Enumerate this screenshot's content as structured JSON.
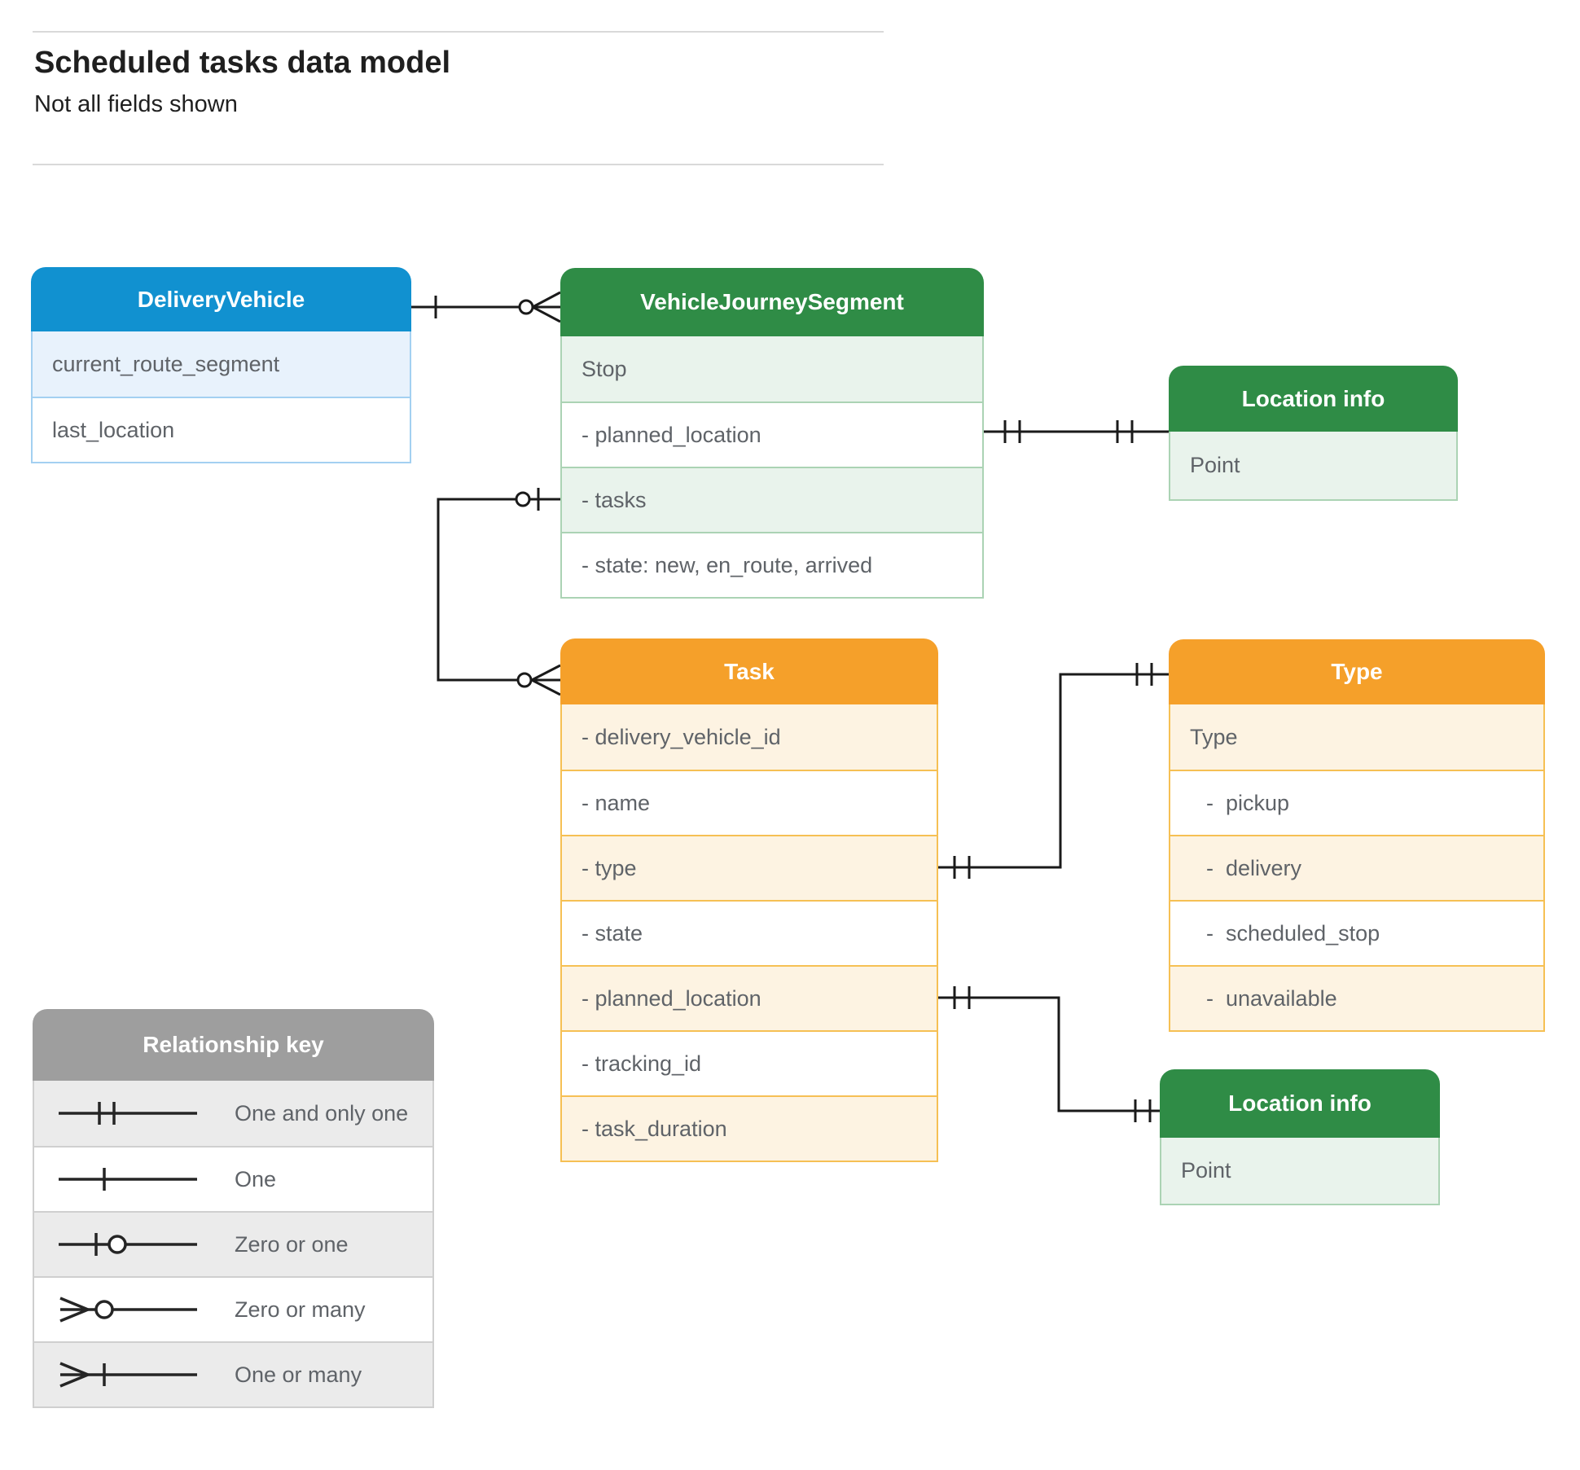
{
  "page": {
    "title": "Scheduled tasks data model",
    "subtitle": "Not all fields shown"
  },
  "entities": {
    "delivery_vehicle": {
      "title": "DeliveryVehicle",
      "rows": [
        {
          "label": "current_route_segment"
        },
        {
          "label": "last_location"
        }
      ]
    },
    "vehicle_journey_segment": {
      "title": "VehicleJourneySegment",
      "rows": [
        {
          "label": "Stop"
        },
        {
          "label": "- planned_location"
        },
        {
          "label": "- tasks"
        },
        {
          "label": "- state: new, en_route, arrived"
        }
      ]
    },
    "location_info_top": {
      "title": "Location info",
      "rows": [
        {
          "label": "Point"
        }
      ]
    },
    "task": {
      "title": "Task",
      "rows": [
        {
          "label": "- delivery_vehicle_id"
        },
        {
          "label": "- name"
        },
        {
          "label": "- type"
        },
        {
          "label": "- state"
        },
        {
          "label": "- planned_location"
        },
        {
          "label": "- tracking_id"
        },
        {
          "label": "- task_duration"
        }
      ]
    },
    "type": {
      "title": "Type",
      "rows": [
        {
          "label": "Type"
        },
        {
          "label": "-  pickup"
        },
        {
          "label": "-  delivery"
        },
        {
          "label": "-  scheduled_stop"
        },
        {
          "label": "-  unavailable"
        }
      ]
    },
    "location_info_bottom": {
      "title": "Location info",
      "rows": [
        {
          "label": "Point"
        }
      ]
    }
  },
  "legend": {
    "title": "Relationship key",
    "items": [
      {
        "label": "One and only one",
        "symbol": "one-and-only-one"
      },
      {
        "label": "One",
        "symbol": "one"
      },
      {
        "label": "Zero or one",
        "symbol": "zero-or-one"
      },
      {
        "label": "Zero or many",
        "symbol": "zero-or-many"
      },
      {
        "label": "One or many",
        "symbol": "one-or-many"
      }
    ]
  },
  "relationships": [
    {
      "from": "DeliveryVehicle",
      "to": "VehicleJourneySegment",
      "from_cardinality": "one",
      "to_cardinality": "zero-or-many"
    },
    {
      "from": "VehicleJourneySegment.planned_location",
      "to": "Location info",
      "from_cardinality": "one-and-only-one",
      "to_cardinality": "one-and-only-one"
    },
    {
      "from": "VehicleJourneySegment.tasks",
      "to": "Task",
      "from_cardinality": "zero-or-one",
      "to_cardinality": "zero-or-many"
    },
    {
      "from": "Task.type",
      "to": "Type",
      "from_cardinality": "one-and-only-one",
      "to_cardinality": "one-and-only-one"
    },
    {
      "from": "Task.planned_location",
      "to": "Location info",
      "from_cardinality": "one-and-only-one",
      "to_cardinality": "one-and-only-one"
    }
  ],
  "colors": {
    "blue_header": "#1191d0",
    "green_header": "#2f8c46",
    "orange_header": "#f5a02a",
    "gray_header": "#9e9e9e",
    "row_text": "#5f6368",
    "line": "#1a1a1a",
    "divider": "#d9d9d9"
  }
}
